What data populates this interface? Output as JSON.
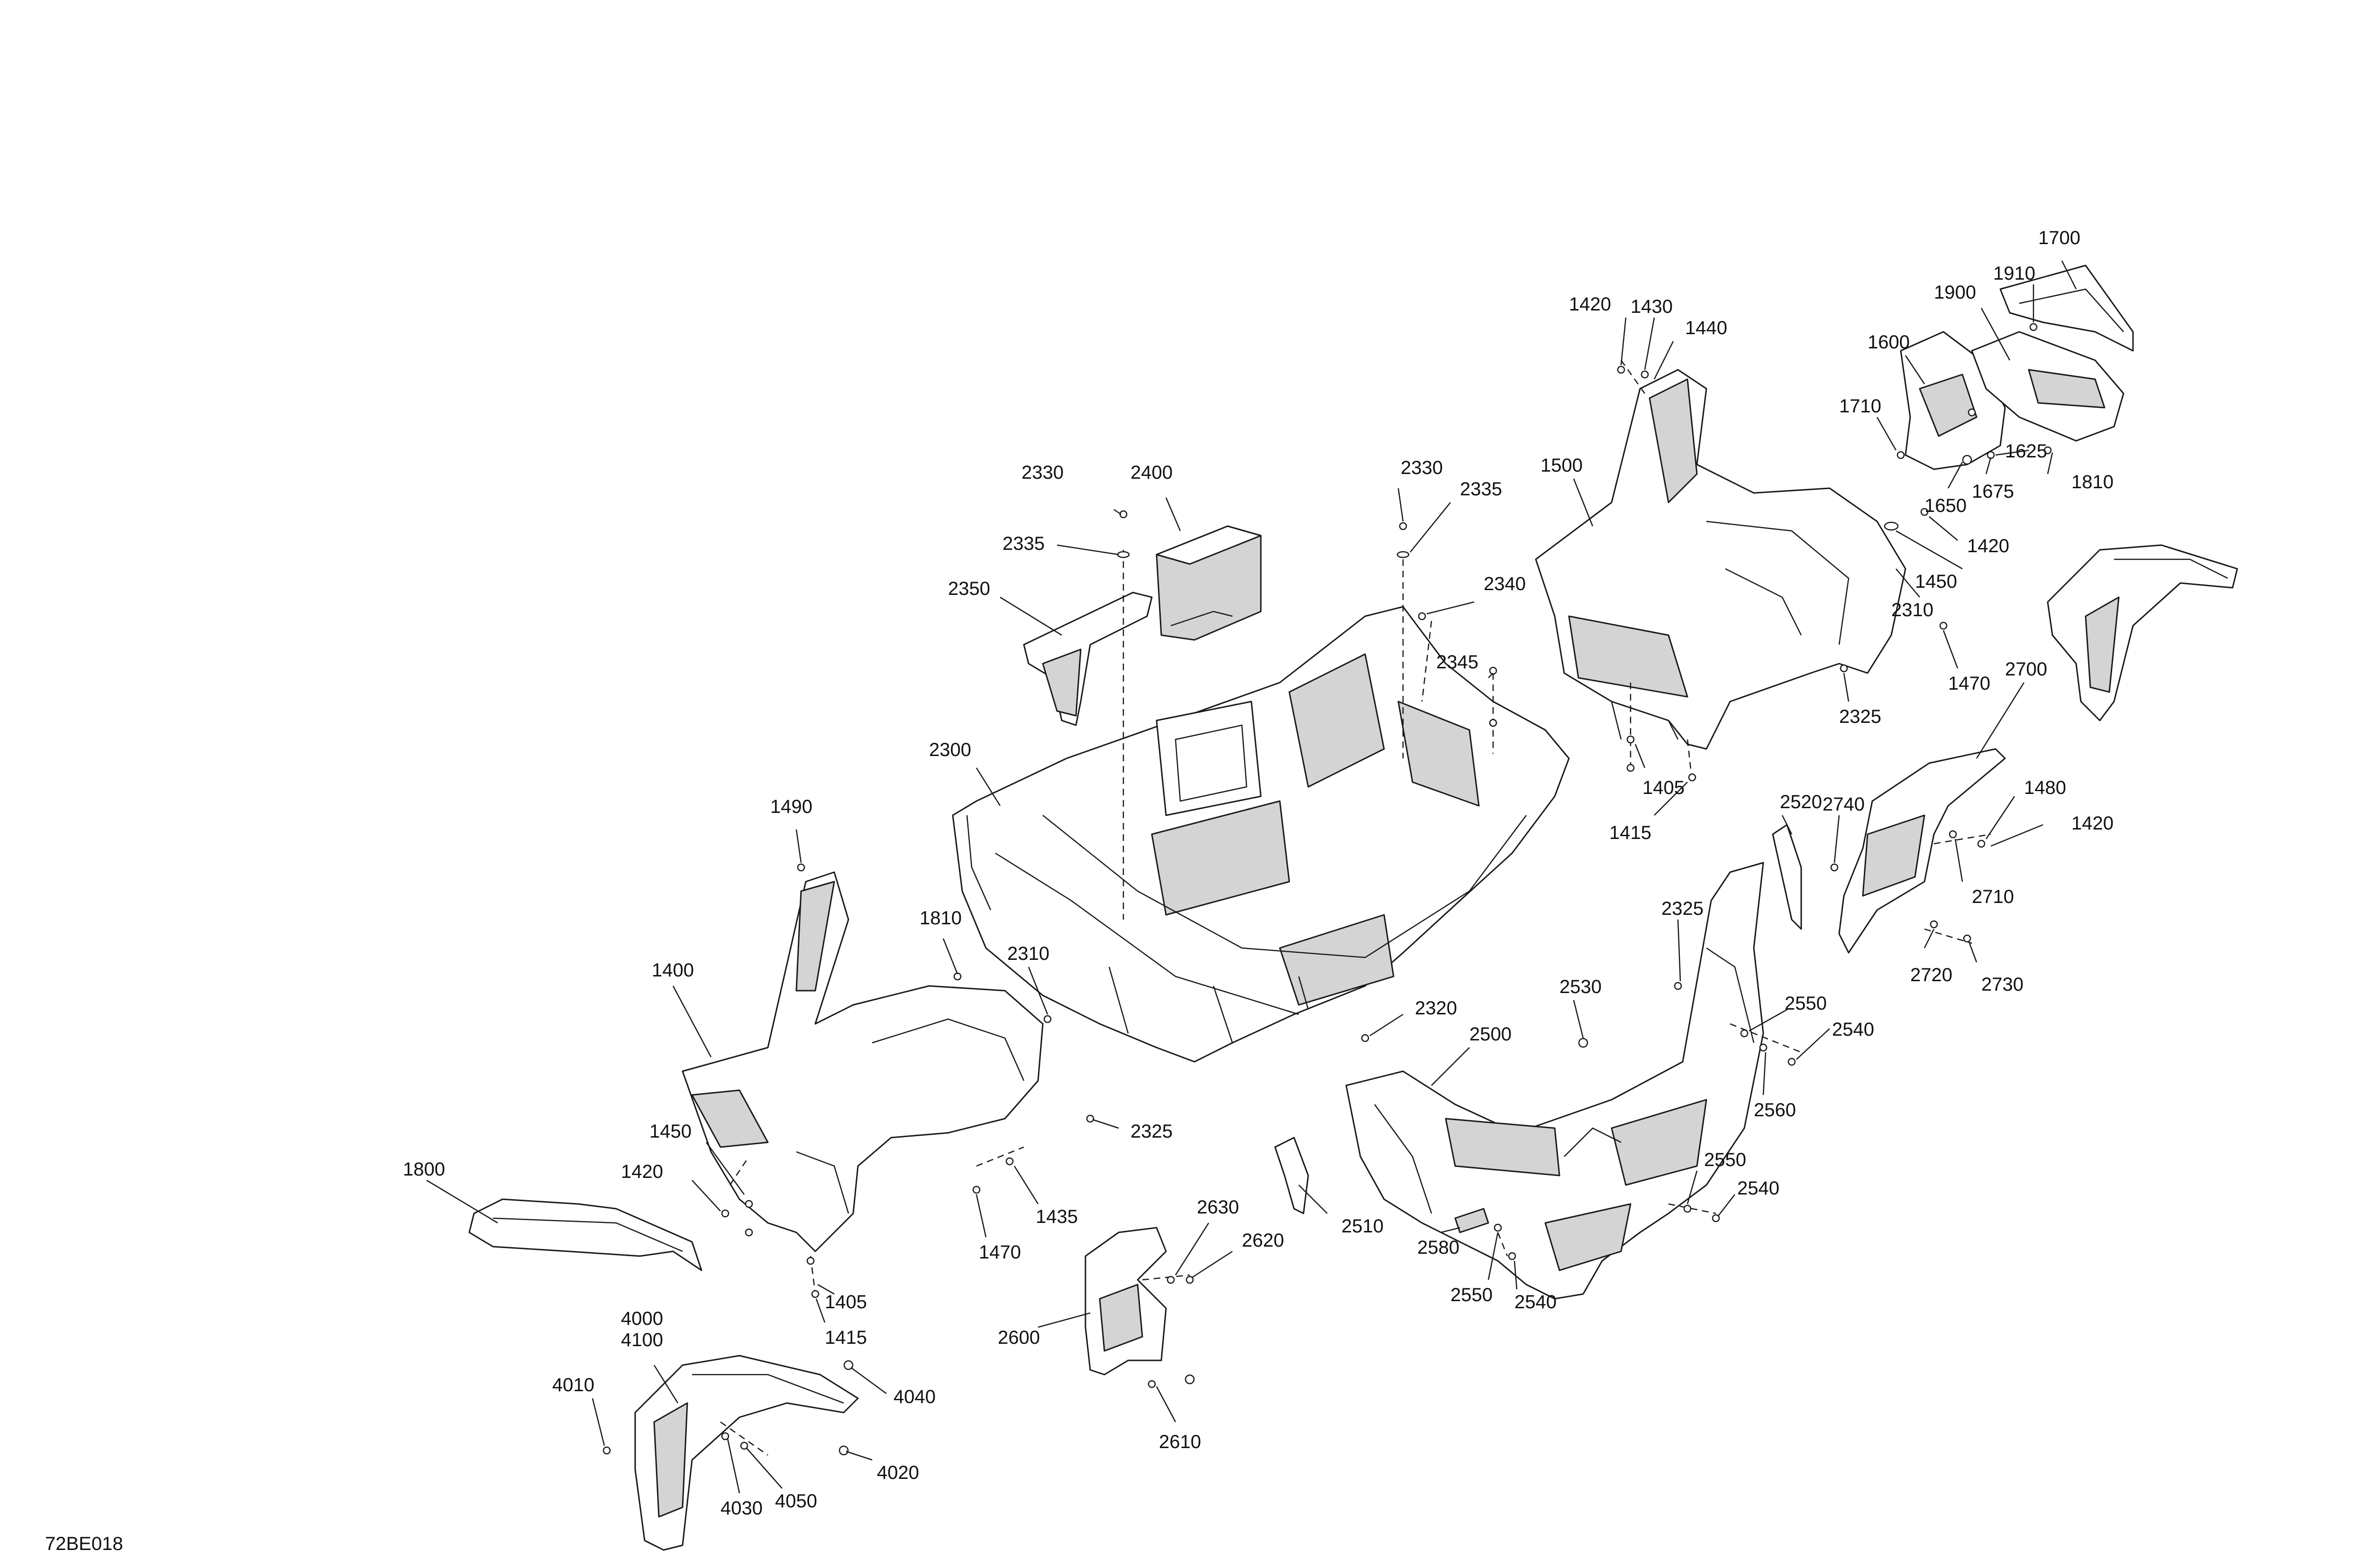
{
  "diagram_code": "72BE018",
  "callouts": [
    "1700",
    "1910",
    "1900",
    "1600",
    "1710",
    "1625",
    "1810",
    "1650",
    "1675",
    "1420",
    "1430",
    "1440",
    "1500",
    "1420",
    "1450",
    "2310",
    "1470",
    "2325",
    "1405",
    "1415",
    "2330",
    "2400",
    "2335",
    "2350",
    "2330",
    "2335",
    "2340",
    "2345",
    "2300",
    "1490",
    "1810",
    "2310",
    "1400",
    "2320",
    "2325",
    "1450",
    "1420",
    "1800",
    "1470",
    "1435",
    "1405",
    "1415",
    "2700",
    "1480",
    "1420",
    "2740",
    "2710",
    "2720",
    "2730",
    "2520",
    "2325",
    "2530",
    "2500",
    "2550",
    "2540",
    "2560",
    "2510",
    "2550",
    "2540",
    "2580",
    "2550",
    "2540",
    "2630",
    "2620",
    "2600",
    "2610",
    "4000",
    "4100",
    "4010",
    "4040",
    "4020",
    "4030",
    "4050"
  ]
}
